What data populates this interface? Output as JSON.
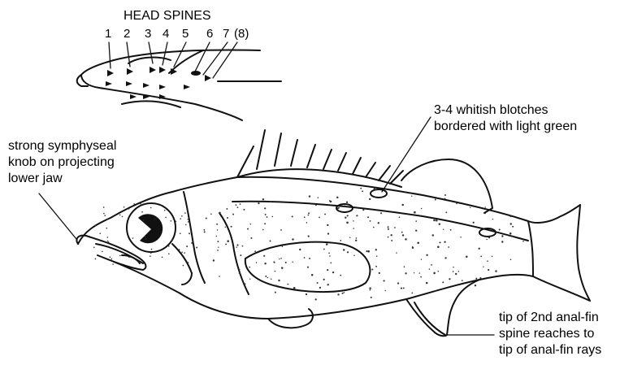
{
  "head_diagram": {
    "title": "HEAD SPINES",
    "spine_numbers": [
      "1",
      "2",
      "3",
      "4",
      "5",
      "6",
      "7",
      "(8)"
    ]
  },
  "annotations": {
    "symphyseal": [
      "strong symphyseal",
      "knob on projecting",
      "lower jaw"
    ],
    "blotches": [
      "3-4 whitish blotches",
      "bordered with light green"
    ],
    "anal_fin": [
      "tip of 2nd anal-fin",
      "spine reaches to",
      "tip of anal-fin rays"
    ]
  },
  "colors": {
    "ink": "#111111",
    "background": "#ffffff",
    "stipple": "#333333"
  }
}
